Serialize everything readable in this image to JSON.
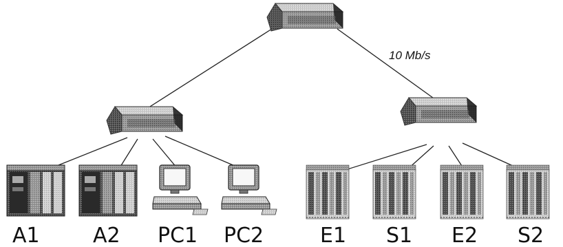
{
  "diagram": {
    "link_label": "10 Mb/s",
    "devices": [
      {
        "id": "A1",
        "label": "A1",
        "kind": "plc"
      },
      {
        "id": "A2",
        "label": "A2",
        "kind": "plc"
      },
      {
        "id": "PC1",
        "label": "PC1",
        "kind": "pc"
      },
      {
        "id": "PC2",
        "label": "PC2",
        "kind": "pc"
      },
      {
        "id": "E1",
        "label": "E1",
        "kind": "io-rack"
      },
      {
        "id": "S1",
        "label": "S1",
        "kind": "io-rack"
      },
      {
        "id": "E2",
        "label": "E2",
        "kind": "io-rack"
      },
      {
        "id": "S2",
        "label": "S2",
        "kind": "io-rack"
      }
    ],
    "switches": [
      {
        "id": "root",
        "icon": "network-switch-icon"
      },
      {
        "id": "left",
        "icon": "network-switch-icon"
      },
      {
        "id": "right",
        "icon": "network-switch-icon"
      }
    ],
    "links": [
      [
        "root",
        "left"
      ],
      [
        "root",
        "right"
      ],
      [
        "left",
        "A1"
      ],
      [
        "left",
        "A2"
      ],
      [
        "left",
        "PC1"
      ],
      [
        "left",
        "PC2"
      ],
      [
        "right",
        "E1"
      ],
      [
        "right",
        "S1"
      ],
      [
        "right",
        "E2"
      ],
      [
        "right",
        "S2"
      ]
    ]
  }
}
